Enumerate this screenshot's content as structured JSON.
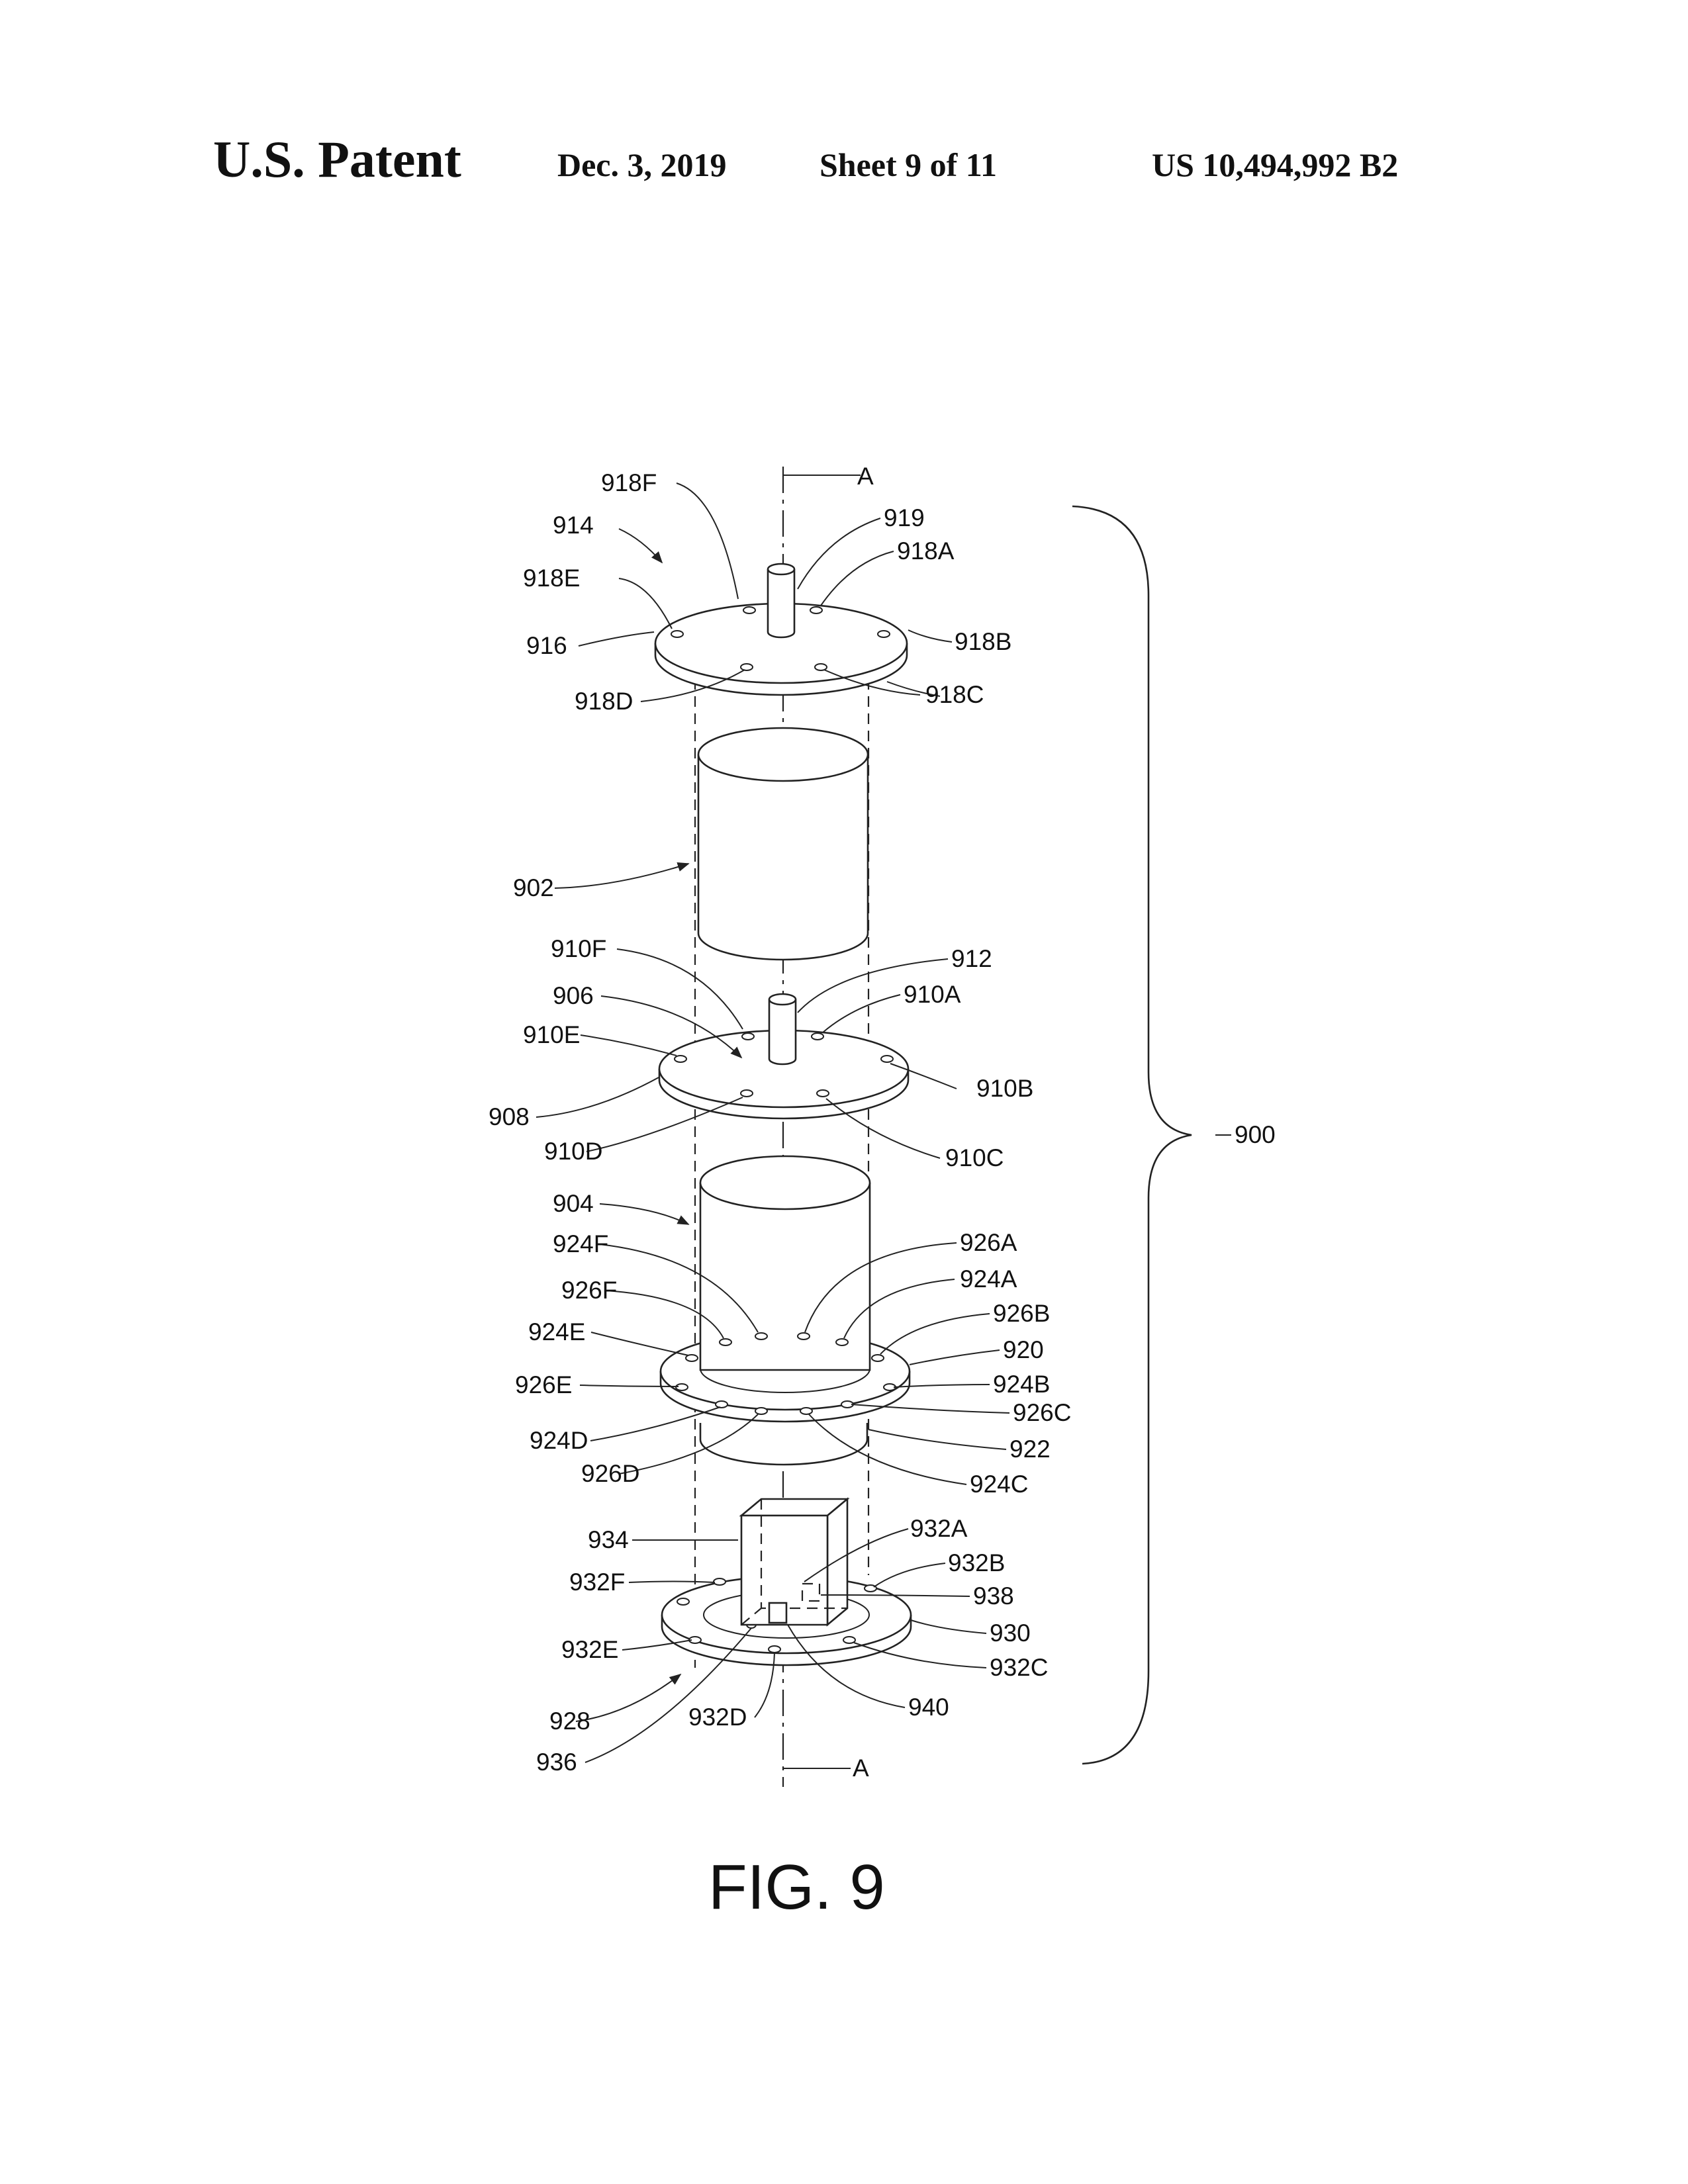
{
  "header": {
    "title": "U.S. Patent",
    "date": "Dec. 3, 2019",
    "sheet": "Sheet 9 of 11",
    "number": "US 10,494,992 B2"
  },
  "figure": {
    "caption": "FIG. 9",
    "axis_label_top": "A",
    "axis_label_bottom": "A",
    "labels": {
      "l900": "900",
      "l902": "902",
      "l904": "904",
      "l906": "906",
      "l908": "908",
      "l910A": "910A",
      "l910B": "910B",
      "l910C": "910C",
      "l910D": "910D",
      "l910E": "910E",
      "l910F": "910F",
      "l912": "912",
      "l914": "914",
      "l916": "916",
      "l918A": "918A",
      "l918B": "918B",
      "l918C": "918C",
      "l918D": "918D",
      "l918E": "918E",
      "l918F": "918F",
      "l919": "919",
      "l920": "920",
      "l922": "922",
      "l924A": "924A",
      "l924B": "924B",
      "l924C": "924C",
      "l924D": "924D",
      "l924E": "924E",
      "l924F": "924F",
      "l926A": "926A",
      "l926B": "926B",
      "l926C": "926C",
      "l926D": "926D",
      "l926E": "926E",
      "l926F": "926F",
      "l928": "928",
      "l930": "930",
      "l932A": "932A",
      "l932B": "932B",
      "l932C": "932C",
      "l932D": "932D",
      "l932E": "932E",
      "l932F": "932F",
      "l934": "934",
      "l936": "936",
      "l938": "938",
      "l940": "940"
    }
  }
}
